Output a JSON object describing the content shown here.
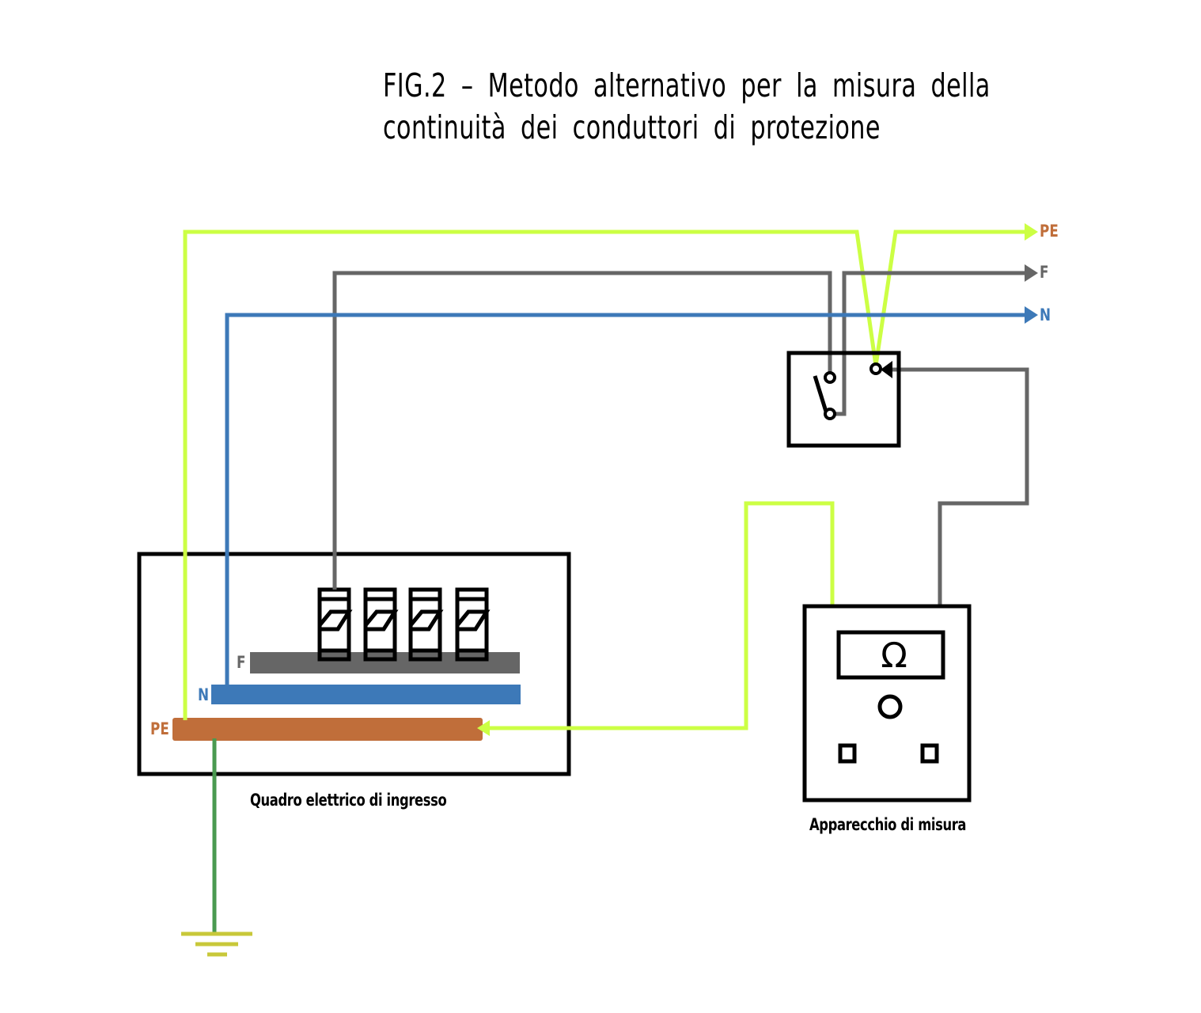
{
  "title": {
    "line1": "FIG.2 – Metodo alternativo per la misura della",
    "line2": "continuità dei conduttori di protezione"
  },
  "labels": {
    "pe_out": "PE",
    "f_out": "F",
    "n_out": "N",
    "bar_f": "F",
    "bar_n": "N",
    "bar_pe": "PE"
  },
  "captions": {
    "panel": "Quadro elettrico di ingresso",
    "meter": "Apparecchio di misura"
  },
  "meter": {
    "symbol": "Ω"
  },
  "colors": {
    "pe_wire": "#ccff44",
    "phase": "#666666",
    "neutral": "#3d79b8",
    "pe_bar": "#c06e3a",
    "earth": "#4a9a50",
    "ground": "#c8c83a"
  }
}
